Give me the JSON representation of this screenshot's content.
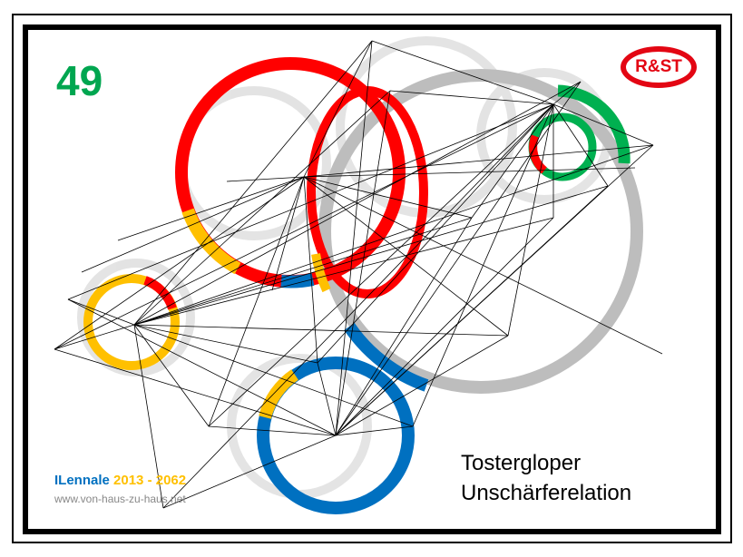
{
  "poster": {
    "number": "49",
    "logo_text": "R&ST",
    "title_line1": "Tostergloper",
    "title_line2": "Unschärferelation",
    "series_name": "ILennale",
    "series_years": "2013 - 2062",
    "website": "www.von-haus-zu-haus.net"
  },
  "colors": {
    "red": "#ff0000",
    "yellow": "#ffc000",
    "blue": "#0070c0",
    "green": "#00b050",
    "gray": "#bdbdbd",
    "number_green": "#00a650"
  }
}
